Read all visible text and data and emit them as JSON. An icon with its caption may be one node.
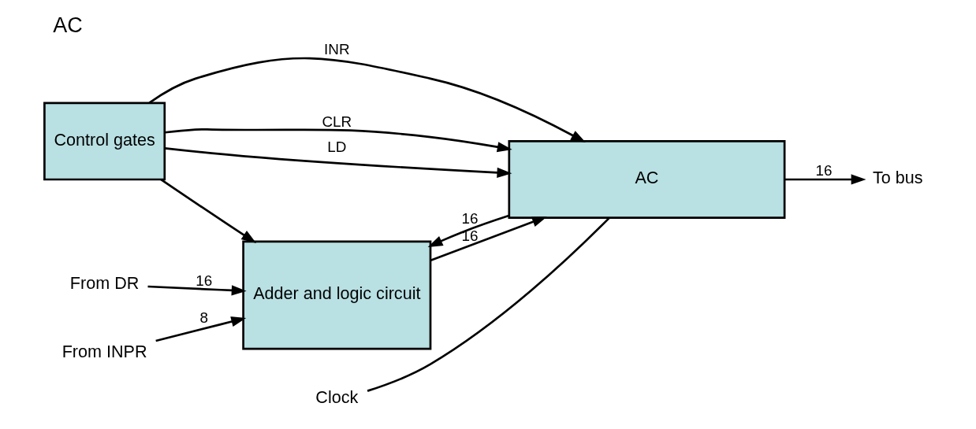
{
  "diagram": {
    "title": "AC",
    "nodes": [
      {
        "text": [
          "Adder and logic circuit"
        ]
      },
      {
        "text": [
          "AC"
        ]
      },
      {
        "text": [
          "Control gates"
        ]
      },
      {
        "text": [
          "From DR"
        ]
      },
      {
        "text": [
          "From INPR"
        ]
      },
      {
        "text": [
          "To bus"
        ]
      },
      {
        "text": [
          "Clock"
        ]
      }
    ],
    "edges": [
      {
        "from": 1,
        "to": 0,
        "arrow": "to",
        "label": "16"
      },
      {
        "from": 3,
        "to": 0,
        "arrow": "to",
        "label": "16"
      },
      {
        "from": 4,
        "to": 0,
        "arrow": "to",
        "label": "8"
      },
      {
        "from": 0,
        "to": 1,
        "arrow": "to",
        "label": "16"
      },
      {
        "from": 1,
        "to": 5,
        "arrow": "to",
        "label": "16"
      },
      {
        "from": 2,
        "to": 0,
        "arrow": "to"
      },
      {
        "from": 2,
        "to": 1,
        "arrow": "to",
        "label": "LD"
      },
      {
        "from": 2,
        "to": 1,
        "arrow": "to",
        "label": "INR"
      },
      {
        "from": 2,
        "to": 1,
        "arrow": "to",
        "label": "CLR"
      },
      {
        "from": 6,
        "to": 1,
        "arrow": "none"
      }
    ]
  }
}
